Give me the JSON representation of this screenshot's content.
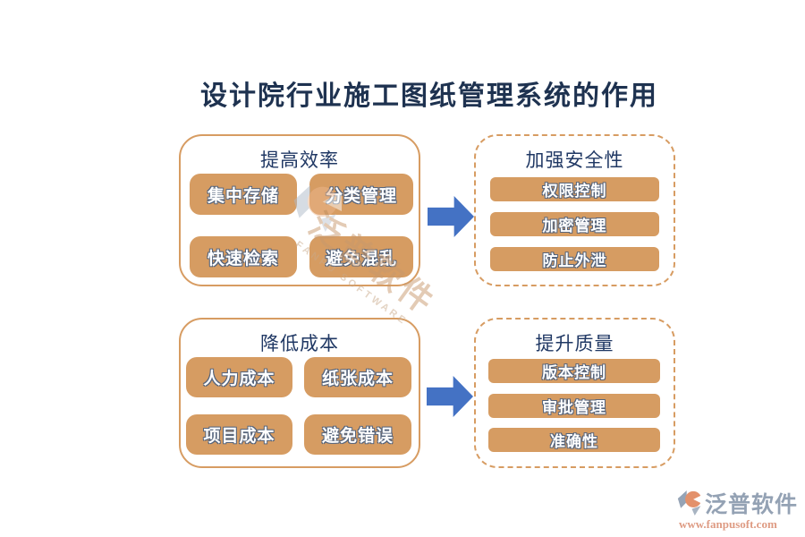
{
  "title": "设计院行业施工图纸管理系统的作用",
  "groups": [
    {
      "title": "提高效率",
      "items": [
        "集中存储",
        "分类管理",
        "快速检索",
        "避免混乱"
      ]
    },
    {
      "title": "加强安全性",
      "items": [
        "权限控制",
        "加密管理",
        "防止外泄"
      ]
    },
    {
      "title": "降低成本",
      "items": [
        "人力成本",
        "纸张成本",
        "项目成本",
        "避免错误"
      ]
    },
    {
      "title": "提升质量",
      "items": [
        "版本控制",
        "审批管理",
        "准确性"
      ]
    }
  ],
  "watermark": {
    "text": "泛普软件",
    "subtext": "FANPU SOFTWARE"
  },
  "brand": {
    "name": "泛普软件",
    "url": "www.fanpusoft.com"
  },
  "colors": {
    "accent_tan": "#D69C62",
    "arrow_blue": "#4472C4",
    "title_navy": "#1E3250",
    "node_text": "#FFFFFF",
    "brand_gray": "#8292A8",
    "brand_orange": "#D98A6E"
  }
}
